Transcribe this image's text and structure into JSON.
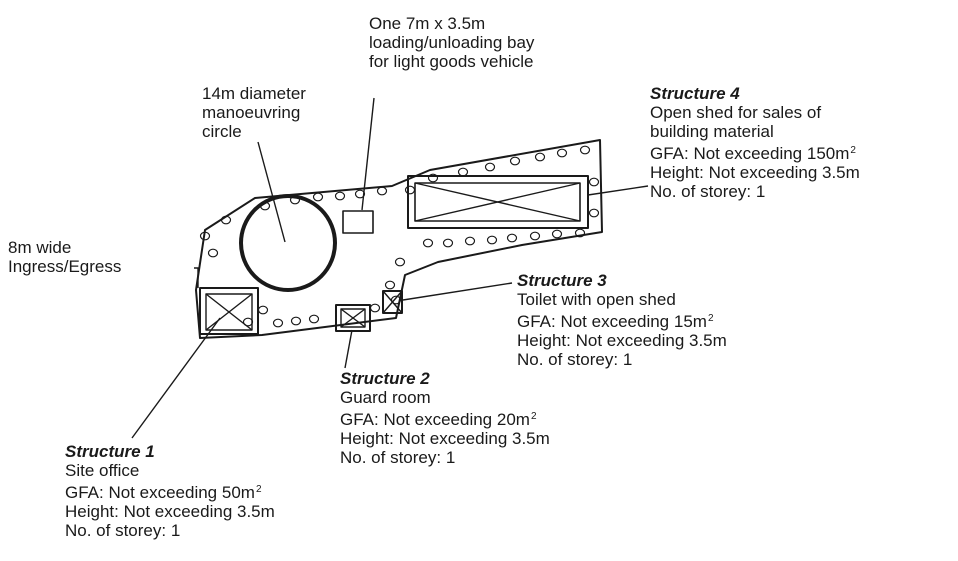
{
  "site_plan": {
    "callouts": {
      "loading_bay": {
        "lines": [
          "One 7m x 3.5m",
          "loading/unloading bay",
          "for light goods vehicle"
        ]
      },
      "manoeuvring_circle": {
        "lines": [
          "14m diameter",
          "manoeuvring",
          "circle"
        ]
      },
      "ingress": {
        "lines": [
          "8m wide",
          "Ingress/Egress"
        ]
      }
    },
    "structures": [
      {
        "title": "Structure 1",
        "use": "Site office",
        "gfa_prefix": "GFA: Not exceeding 50m",
        "gfa_unit_sup": "2",
        "height": "Height: Not exceeding 3.5m",
        "storeys": "No. of storey: 1"
      },
      {
        "title": "Structure 2",
        "use": "Guard room",
        "gfa_prefix": "GFA: Not exceeding 20m",
        "gfa_unit_sup": "2",
        "height": "Height: Not exceeding 3.5m",
        "storeys": "No. of storey: 1"
      },
      {
        "title": "Structure 3",
        "use": "Toilet with open shed",
        "gfa_prefix": "GFA: Not exceeding 15m",
        "gfa_unit_sup": "2",
        "height": "Height: Not exceeding 3.5m",
        "storeys": "No. of storey: 1"
      },
      {
        "title": "Structure 4",
        "use_lines": [
          "Open shed for sales of",
          "building material"
        ],
        "gfa_prefix": "GFA: Not exceeding 150m",
        "gfa_unit_sup": "2",
        "height": "Height: Not exceeding 3.5m",
        "storeys": "No. of storey: 1"
      }
    ],
    "colors": {
      "line": "#1a1a1a",
      "background": "#ffffff"
    }
  }
}
